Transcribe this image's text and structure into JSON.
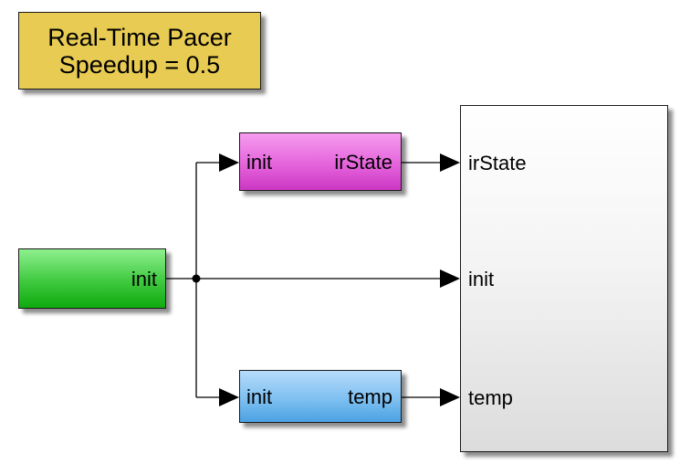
{
  "pacer": {
    "line1": "Real-Time Pacer",
    "line2": "Speedup = 0.5"
  },
  "source_block": {
    "out_port": "init"
  },
  "irstate_subsystem": {
    "in_port": "init",
    "out_port": "irState"
  },
  "temp_subsystem": {
    "in_port": "init",
    "out_port": "temp"
  },
  "sink_block": {
    "ports": [
      "irState",
      "init",
      "temp"
    ]
  },
  "colors": {
    "pacer": "#e8cb52",
    "source": "#2fbf2f",
    "irstate": "#e25fd9",
    "temp": "#79bdf0",
    "sink": "#eeeeee",
    "wire": "#000000"
  }
}
